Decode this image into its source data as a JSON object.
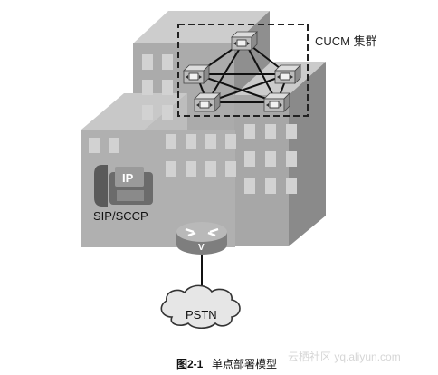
{
  "labels": {
    "cluster": "CUCM 集群",
    "phone_type": "SIP/SCCP",
    "phone_badge": "IP",
    "router_badge": "V",
    "pstn": "PSTN"
  },
  "caption": {
    "number": "图2-1",
    "text": "单点部署模型"
  },
  "watermark": "云栖社区 yq.aliyun.com",
  "colors": {
    "building_front": "#a9a9a9",
    "building_side": "#8e8e8e",
    "building_top": "#c6c6c6",
    "window": "#d2d2d2",
    "cluster_border": "#222222",
    "link": "#111111"
  }
}
